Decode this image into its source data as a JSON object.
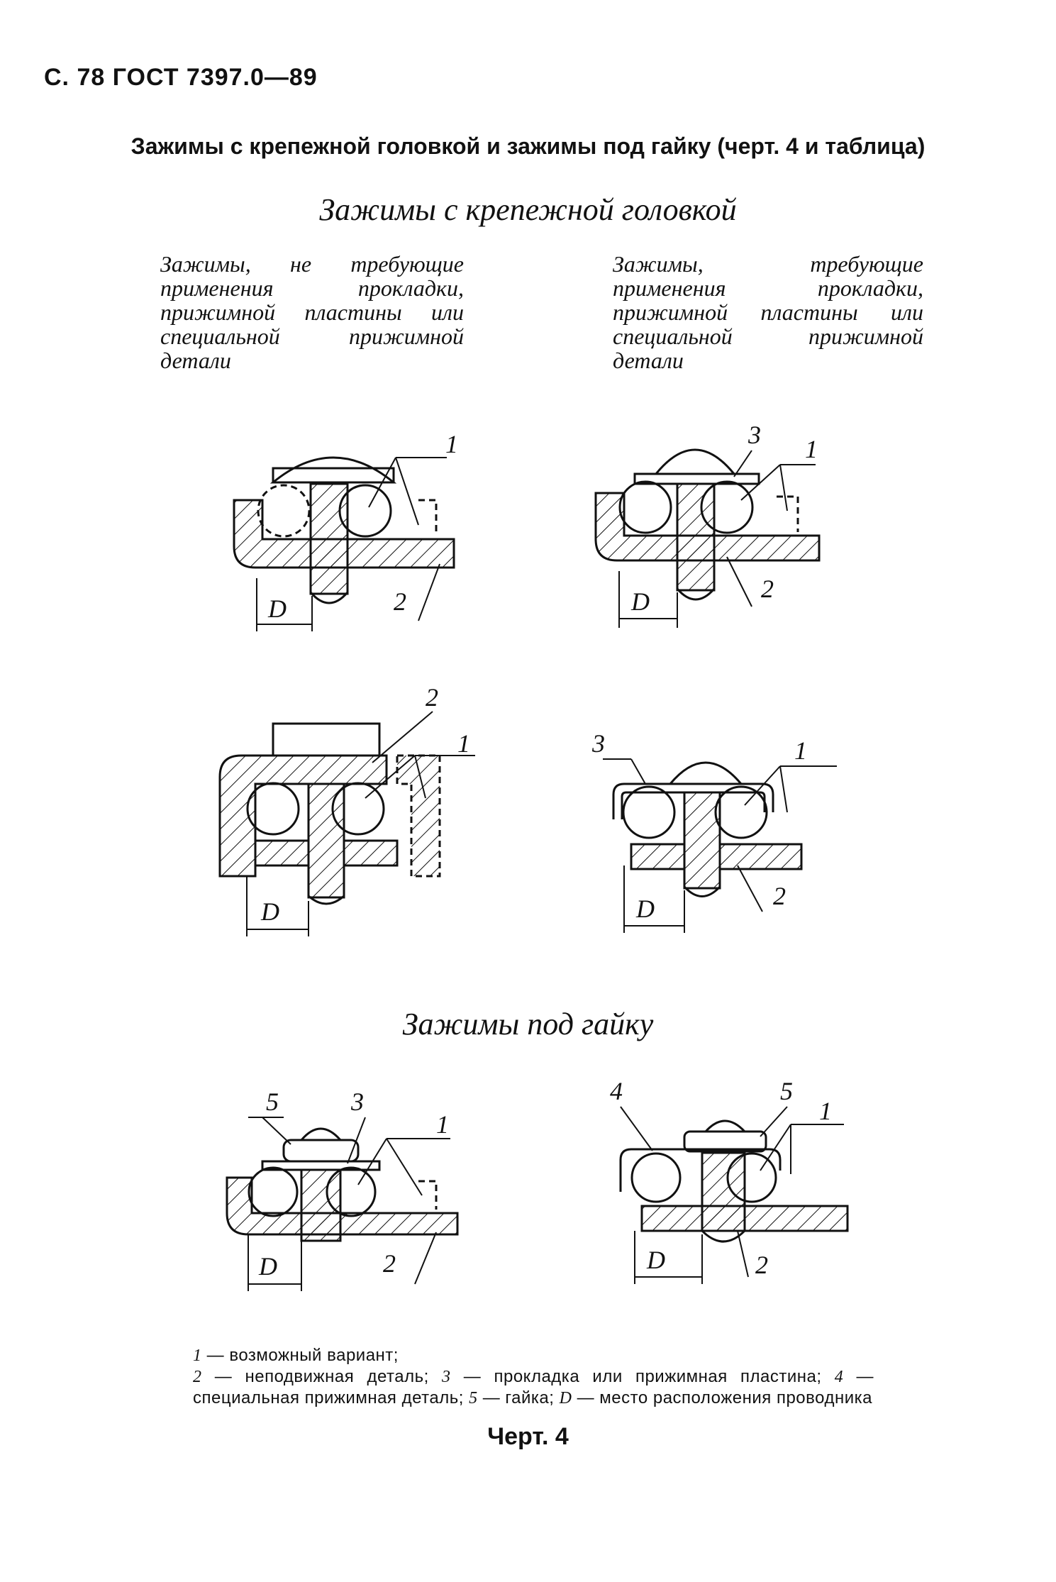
{
  "header": "С. 78 ГОСТ 7397.0—89",
  "title": "Зажимы с крепежной головкой и зажимы под гайку (черт. 4 и таблица)",
  "section_head_screw": "Зажимы с крепежной головкой",
  "caption_left": "Зажимы, не требующие применения прокладки, прижимной пластины или специальной прижимной детали",
  "caption_right": "Зажимы, требующие применения прокладки, прижимной пластины или специальной прижимной детали",
  "section_head_nut": "Зажимы под гайку",
  "callouts": {
    "one": "1",
    "two": "2",
    "three": "3",
    "four": "4",
    "five": "5",
    "dim": "D"
  },
  "legend": {
    "n1": "1",
    "t1": " — возможный вариант;",
    "n2": "2",
    "t2": " — неподвижная деталь; ",
    "n3": "3",
    "t3": " — прокладка или прижимная пластина; ",
    "n4": "4",
    "t4": " — специальная прижимная деталь; ",
    "n5": "5",
    "t5": " — гайка; ",
    "nD": "D",
    "tD": " — место расположения проводника"
  },
  "figure_caption": "Черт. 4"
}
